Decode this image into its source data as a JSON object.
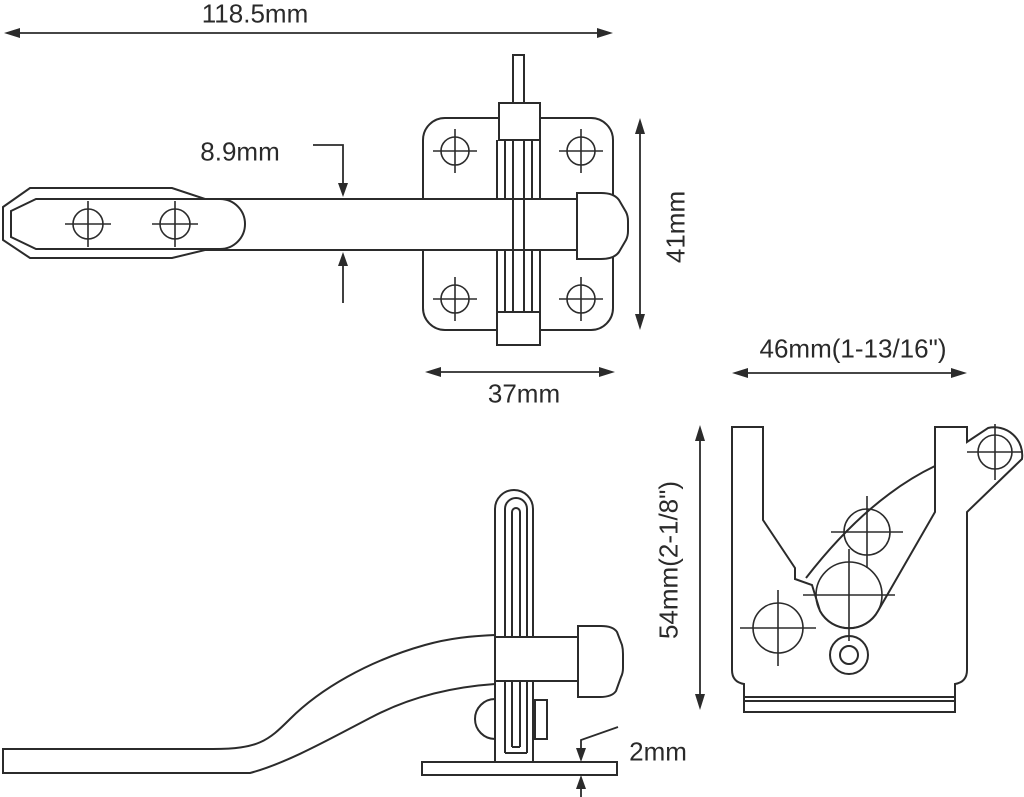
{
  "dims": {
    "overall_length": "118.5mm",
    "arm_width": "8.9mm",
    "plate_height": "41mm",
    "plate_width": "37mm",
    "bracket_width": "46mm(1-13/16\")",
    "bracket_height": "54mm(2-1/8\")",
    "material_thickness": "2mm"
  },
  "style": {
    "line_color": "#2b2b2b",
    "background": "#ffffff"
  }
}
